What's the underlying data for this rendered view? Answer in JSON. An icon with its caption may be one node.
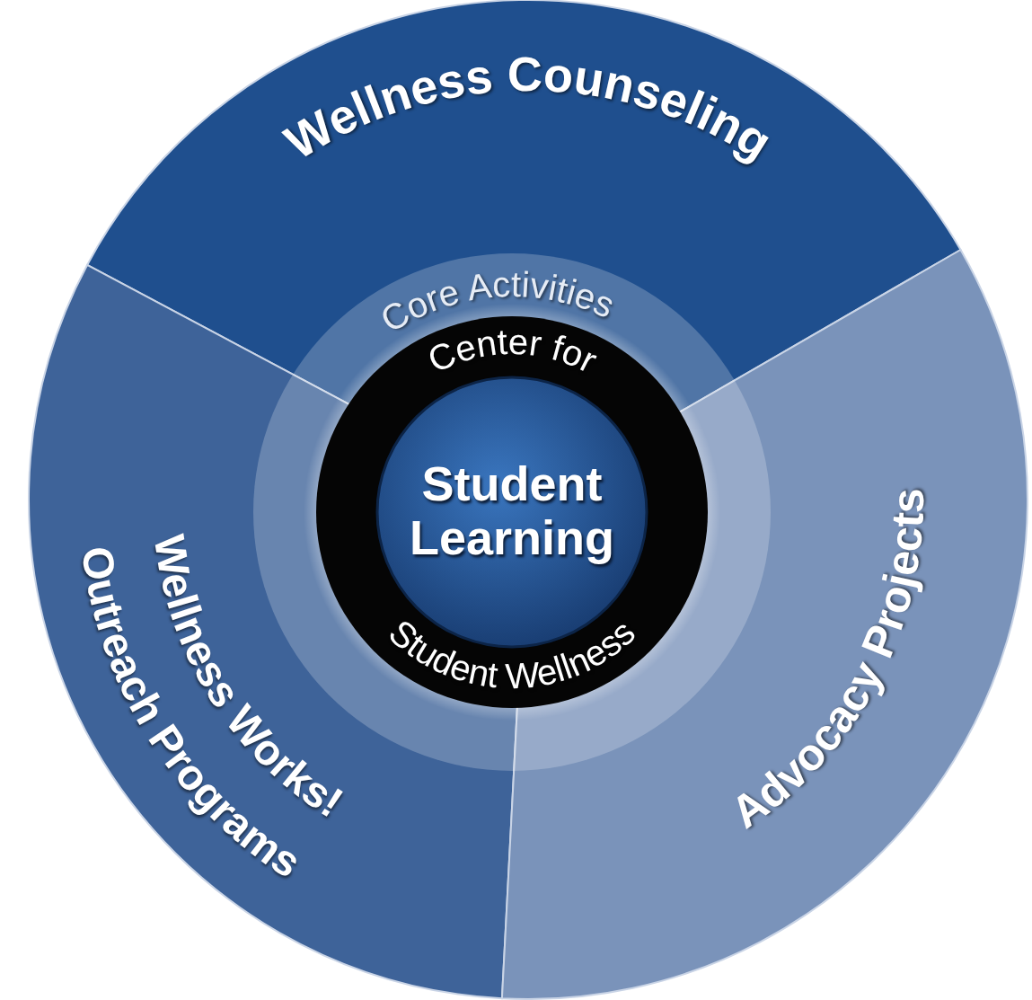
{
  "diagram": {
    "nodes": [
      {
        "text": [
          "Wellness Counseling"
        ]
      },
      {
        "text": [
          "Wellness Works!",
          "Outreach Programs"
        ]
      },
      {
        "text": [
          "Advocacy Projects"
        ]
      },
      {
        "text": [
          "Core Activities"
        ]
      },
      {
        "text": [
          "Center for",
          "Student Wellness"
        ],
        "in": 3
      },
      {
        "text": [
          "Student Learning"
        ],
        "in": 4
      }
    ]
  }
}
